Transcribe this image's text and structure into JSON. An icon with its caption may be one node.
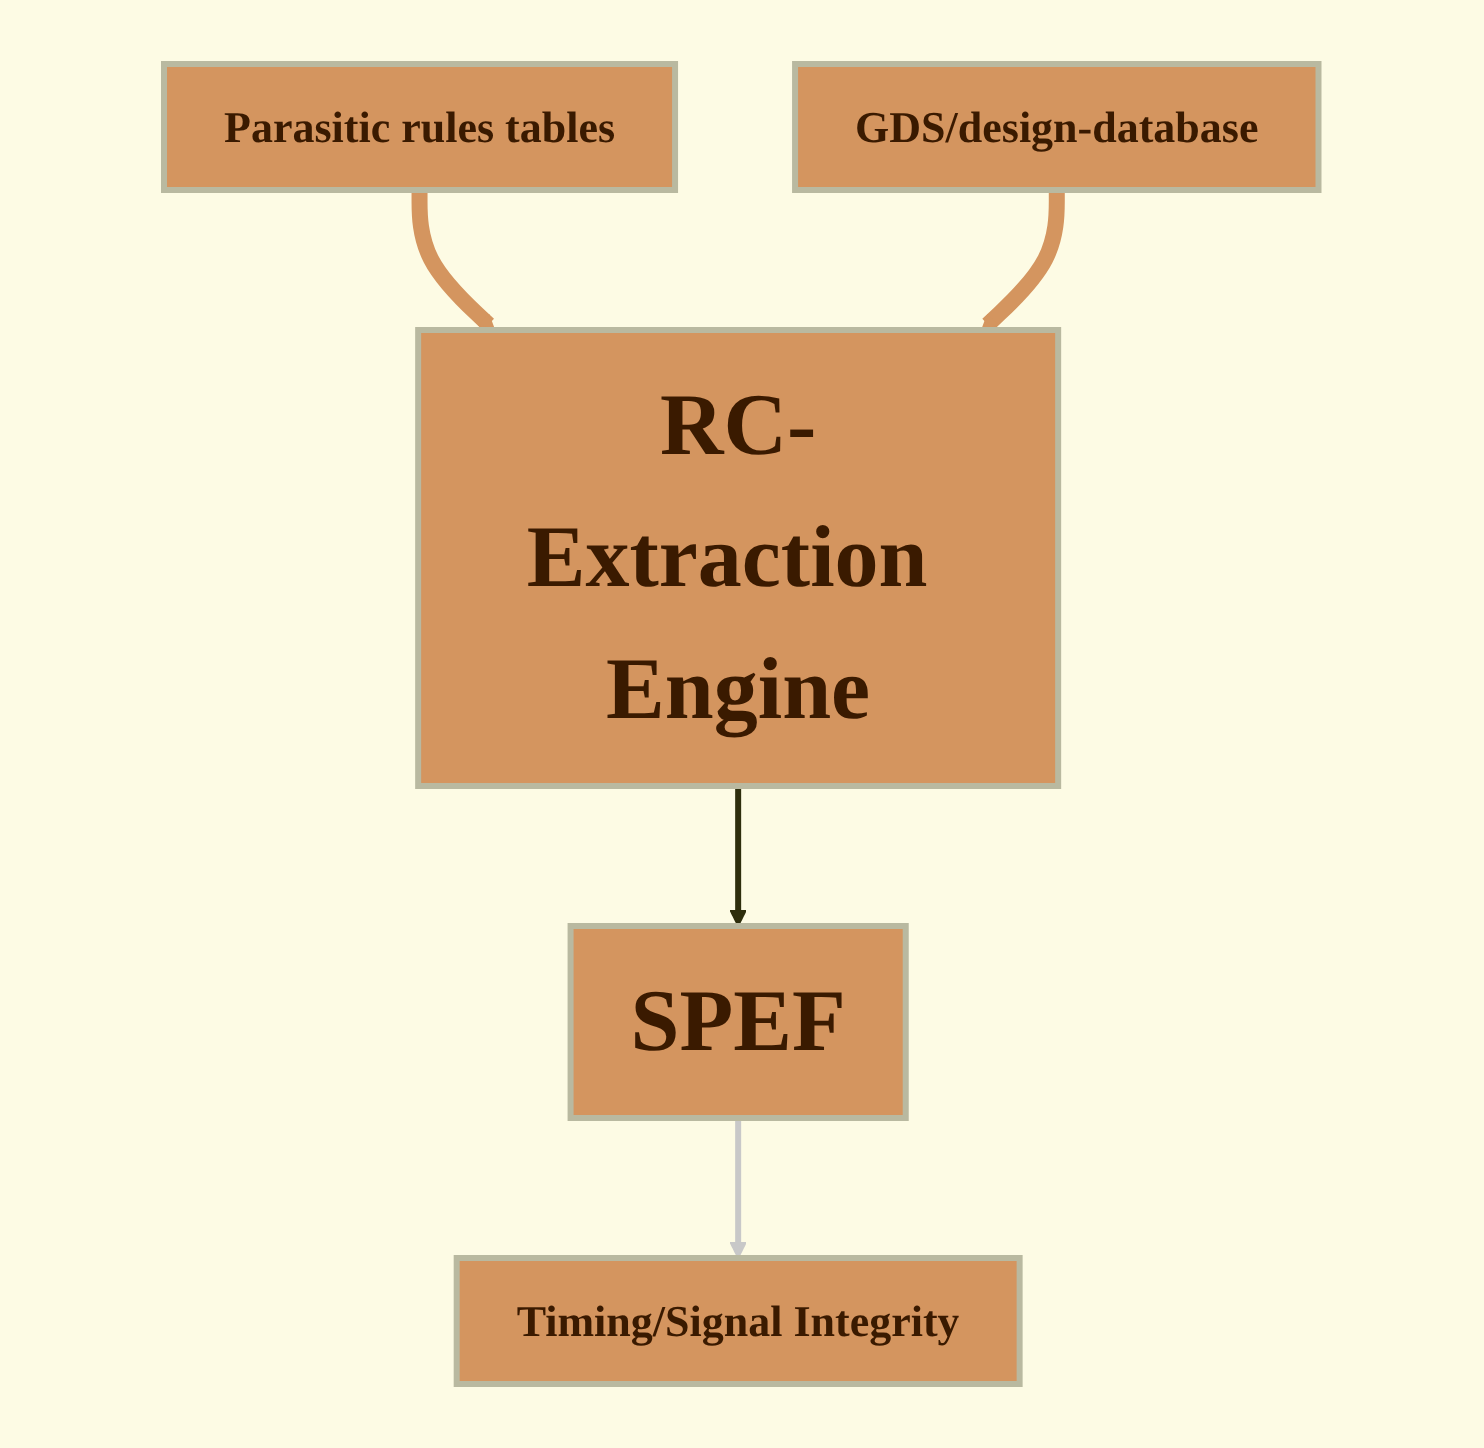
{
  "diagram": {
    "nodes": [
      {
        "text": [
          "Parasitic rules tables"
        ]
      },
      {
        "text": [
          "GDS/design-database"
        ]
      },
      {
        "text": [
          "RC-Extraction Engine"
        ]
      },
      {
        "text": [
          "SPEF"
        ]
      },
      {
        "text": [
          "Timing/Signal Integrity"
        ]
      }
    ],
    "edges": [
      {
        "from": 0,
        "to": 2,
        "arrow": "to",
        "style": "thick",
        "color": "#d4955f"
      },
      {
        "from": 1,
        "to": 2,
        "arrow": "to",
        "style": "thick",
        "color": "#d4955f"
      },
      {
        "from": 2,
        "to": 3,
        "arrow": "to",
        "color": "#2e2e0c"
      },
      {
        "from": 3,
        "to": 4,
        "arrow": "to",
        "color": "#c8c8c8"
      }
    ]
  }
}
